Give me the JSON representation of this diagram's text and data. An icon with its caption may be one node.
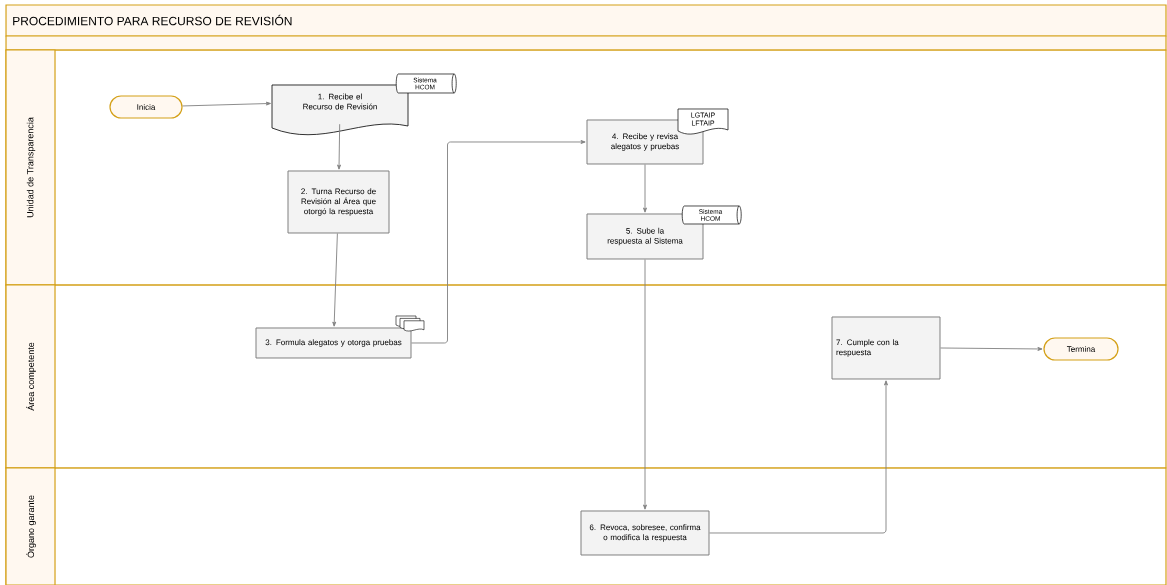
{
  "diagram": {
    "title": "PROCEDIMIENTO PARA RECURSO DE REVISIÓN",
    "nodes": [
      {
        "text": [
          "Unidad de Transparencia"
        ]
      },
      {
        "text": [
          "Área competente"
        ]
      },
      {
        "text": [
          "Órgano garante"
        ]
      },
      {
        "text": [
          "Inicia"
        ],
        "in": 0
      },
      {
        "text": [
          "1. Recibe el Recurso de Revisión"
        ],
        "in": 0
      },
      {
        "text": [
          "Sistema HCOM"
        ],
        "in": 0
      },
      {
        "text": [
          "2. Turna Recurso de Revisión al Área que otorgó la respuesta"
        ],
        "in": 0
      },
      {
        "text": [
          "3. Formula alegatos y otorga pruebas"
        ],
        "in": 1
      },
      {
        "text": [
          "4. Recibe y revisa alegatos y pruebas"
        ],
        "in": 0
      },
      {
        "text": [
          "LGTAIP LFTAIP"
        ],
        "in": 0
      },
      {
        "text": [
          "5. Sube la respuesta al Sistema"
        ],
        "in": 0
      },
      {
        "text": [
          "Sistema HCOM"
        ],
        "in": 0
      },
      {
        "text": [
          "6. Revoca, sobresee, confirma o modifica la respuesta"
        ],
        "in": 2
      },
      {
        "text": [
          "7. Cumple con la respuesta"
        ],
        "in": 1
      },
      {
        "text": [
          "Termina"
        ],
        "in": 1
      }
    ],
    "edges": [
      {
        "from": 3,
        "to": 4,
        "arrow": "to"
      },
      {
        "from": 4,
        "to": 6,
        "arrow": "to"
      },
      {
        "from": 6,
        "to": 7,
        "arrow": "to"
      },
      {
        "from": 7,
        "to": 8,
        "arrow": "to"
      },
      {
        "from": 8,
        "to": 10,
        "arrow": "to"
      },
      {
        "from": 10,
        "to": 12,
        "arrow": "to"
      },
      {
        "from": 12,
        "to": 13,
        "arrow": "to"
      },
      {
        "from": 13,
        "to": 14,
        "arrow": "to"
      }
    ]
  }
}
